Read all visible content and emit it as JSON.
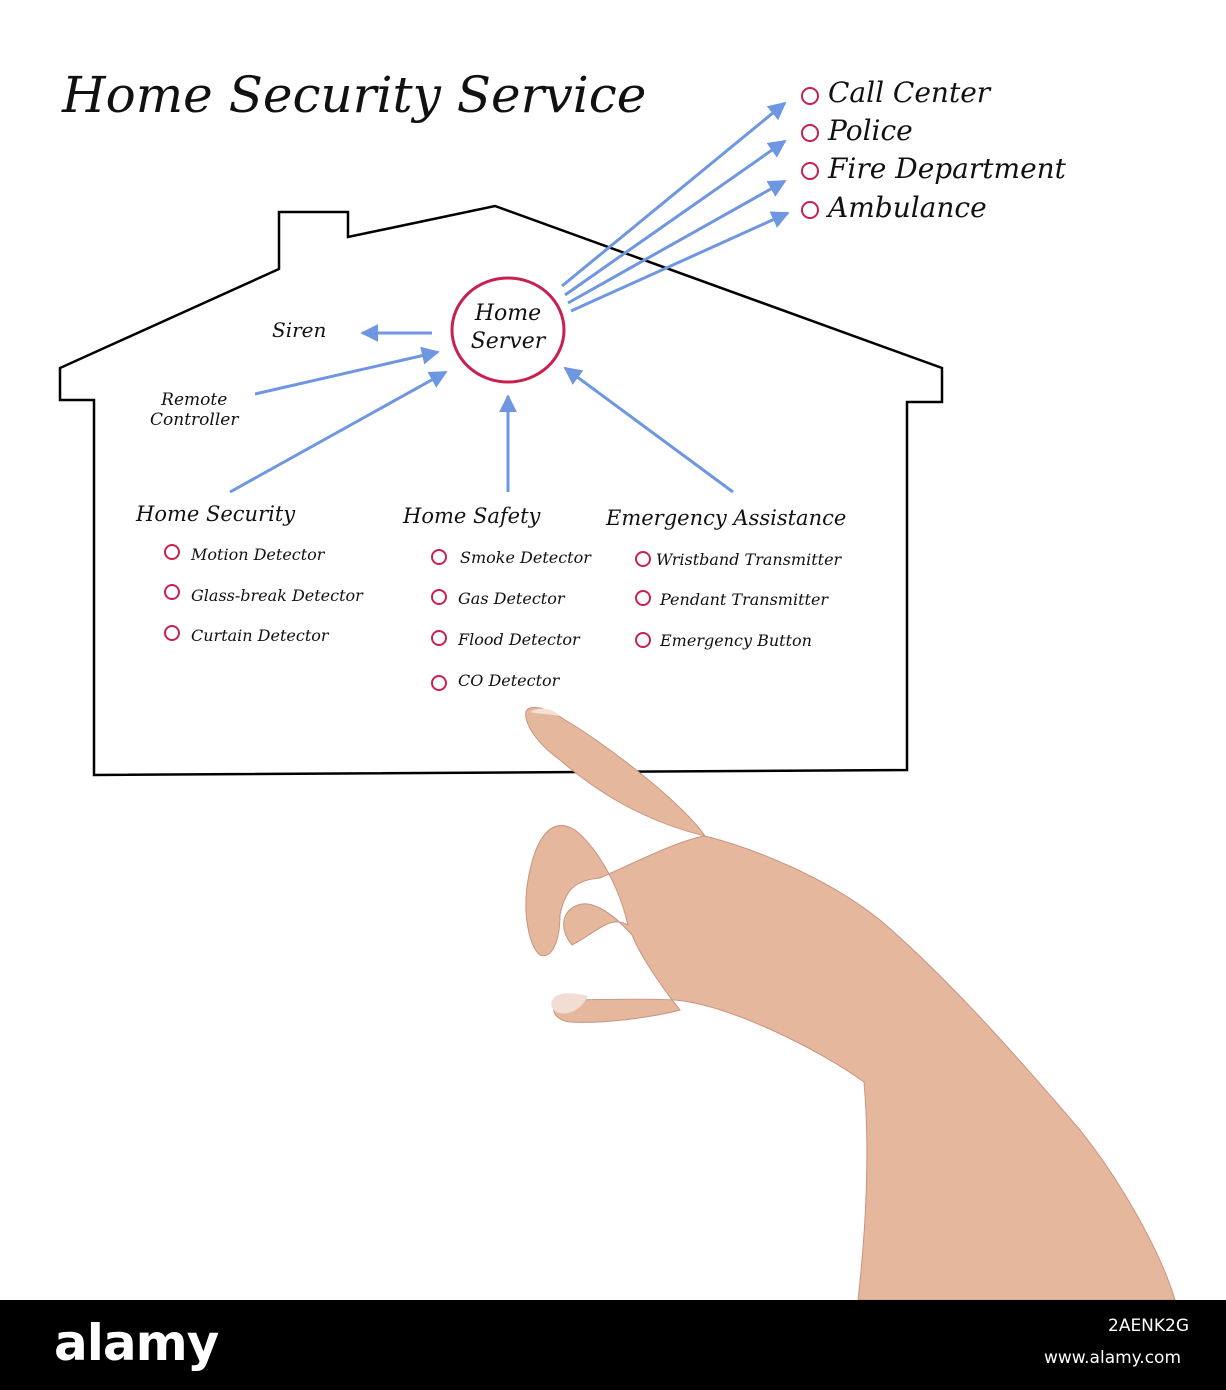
{
  "title": "Home Security Service",
  "center": {
    "line1": "Home",
    "line2": "Server"
  },
  "outputs": {
    "siren": "Siren"
  },
  "inputs": {
    "remote_line1": "Remote",
    "remote_line2": "Controller"
  },
  "destinations": [
    "Call Center",
    "Police",
    "Fire Department",
    "Ambulance"
  ],
  "groups": [
    {
      "name": "Home Security",
      "items": [
        "Motion Detector",
        "Glass-break Detector",
        "Curtain Detector"
      ]
    },
    {
      "name": "Home Safety",
      "items": [
        "Smoke Detector",
        "Gas Detector",
        "Flood Detector",
        "CO Detector"
      ]
    },
    {
      "name": "Emergency Assistance",
      "items": [
        "Wristband Transmitter",
        "Pendant Transmitter",
        "Emergency Button"
      ]
    }
  ],
  "colors": {
    "arrow": "#6f96e0",
    "bullet": "#c8214f",
    "server_ring": "#c8214f",
    "outline": "#000000"
  },
  "footer": {
    "brand": "alamy",
    "image_id": "2AENK2G",
    "site": "www.alamy.com"
  }
}
